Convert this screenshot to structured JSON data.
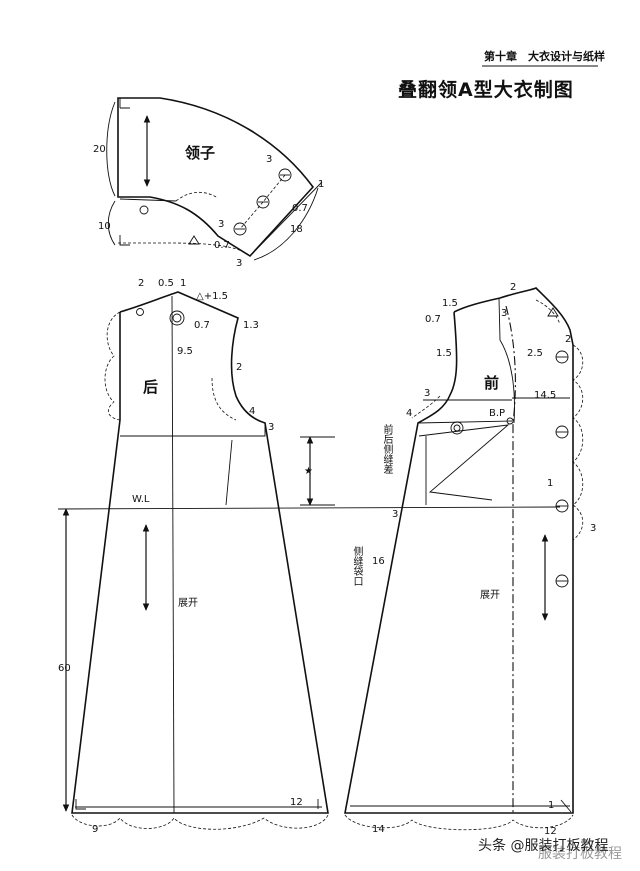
{
  "header": {
    "chapter": "第十章　大衣设计与纸样",
    "title": "叠翻领A型大衣制图"
  },
  "collar": {
    "name": "领子",
    "dims": {
      "height_20": "20",
      "height_10": "10",
      "edge_3a": "3",
      "edge_1": "1",
      "edge_07a": "0.7",
      "edge_18": "18",
      "edge_3b": "3",
      "edge_3c": "3",
      "edge_07b": "0.7"
    }
  },
  "back": {
    "name": "后",
    "open_label": "展开",
    "dims": {
      "neck_2": "2",
      "neck_05": "0.5",
      "neck_1": "1",
      "shoulder_formula": "△+1.5",
      "shoulder_07": "0.7",
      "shoulder_13": "1.3",
      "depth_95": "9.5",
      "armhole_2": "2",
      "armhole_4": "4",
      "side_3": "3",
      "waistline": "W.L",
      "length_60": "60",
      "hem_9": "9",
      "hem_12": "12"
    }
  },
  "front": {
    "name": "前",
    "open_label": "展开",
    "side_diff_label": "前后侧缝差",
    "pocket_label": "侧缝袋口",
    "dims": {
      "neck_15": "1.5",
      "neck_2": "2",
      "neck_3": "3",
      "neck_07": "0.7",
      "armhole_15": "1.5",
      "armhole_3": "3",
      "armhole_4": "4",
      "bp": "B.P",
      "front_25": "2.5",
      "front_2": "2",
      "front_145": "14.5",
      "front_1": "1",
      "front_3": "3",
      "side_3": "3",
      "pocket_16": "16",
      "hem_14": "14",
      "hem_12": "12",
      "hem_1": "1"
    }
  },
  "watermark": {
    "faded": "服装打板教程",
    "text": "头条 @服装打板教程"
  }
}
